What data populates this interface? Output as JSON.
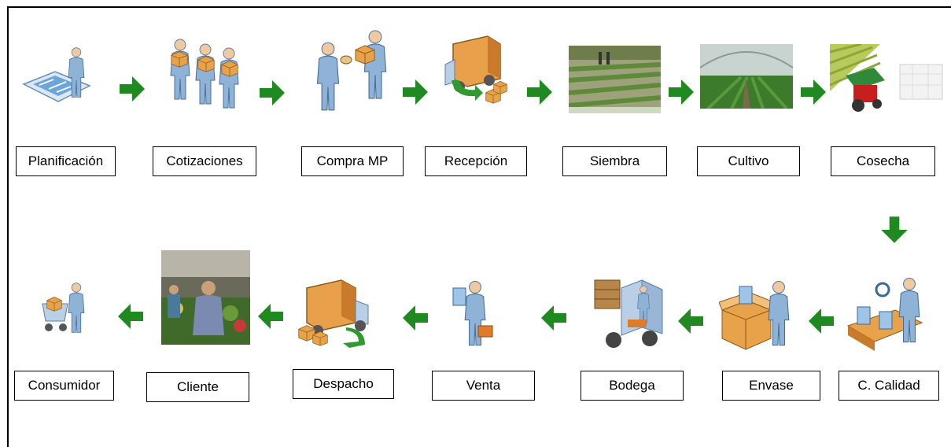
{
  "steps": {
    "planificacion": "Planificación",
    "cotizaciones": "Cotizaciones",
    "compra": "Compra MP",
    "recepcion": "Recepción",
    "siembra": "Siembra",
    "cultivo": "Cultivo",
    "cosecha": "Cosecha",
    "calidad": "C. Calidad",
    "envase": "Envase",
    "bodega": "Bodega",
    "venta": "Venta",
    "despacho": "Despacho",
    "cliente": "Cliente",
    "consumidor": "Consumidor"
  },
  "colors": {
    "arrow": "#1f8a1f",
    "person": "#8fb3d6",
    "box": "#e8a24a",
    "truck": "#e07b2a"
  }
}
